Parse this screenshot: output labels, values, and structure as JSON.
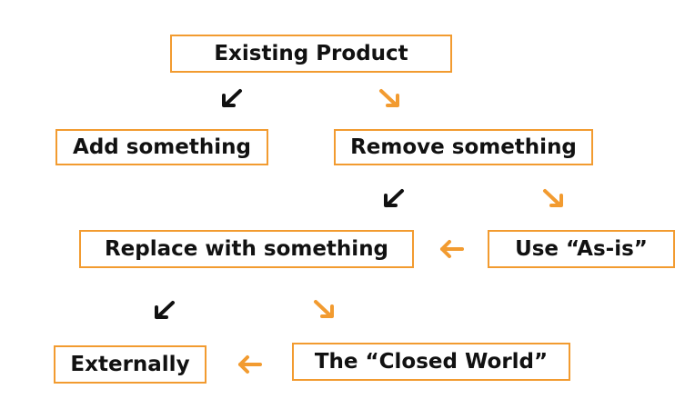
{
  "nodes": {
    "existing_product": "Existing Product",
    "add_something": "Add something",
    "remove_something": "Remove something",
    "replace_with_something": "Replace with something",
    "use_as_is": "Use “As-is”",
    "closed_world": "The “Closed World”",
    "externally": "Externally"
  },
  "colors": {
    "accent": "#F29B30",
    "dark_arrow": "#111111",
    "text": "#111111",
    "background": "#FFFFFF"
  },
  "icons": {
    "down_left": "arrow-down-left-icon",
    "down_right": "arrow-down-right-icon",
    "left": "arrow-left-icon"
  }
}
